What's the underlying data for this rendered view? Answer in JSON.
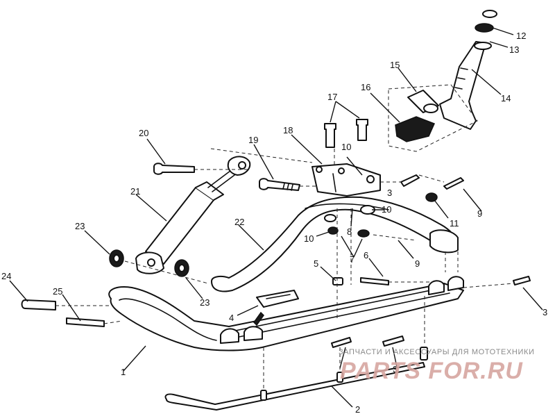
{
  "callouts": [
    {
      "id": "c1",
      "label": "1"
    },
    {
      "id": "c2",
      "label": "2"
    },
    {
      "id": "c3a",
      "label": "3"
    },
    {
      "id": "c3b",
      "label": "3"
    },
    {
      "id": "c3c",
      "label": "3"
    },
    {
      "id": "c4",
      "label": "4"
    },
    {
      "id": "c5",
      "label": "5"
    },
    {
      "id": "c6",
      "label": "6"
    },
    {
      "id": "c7",
      "label": "7"
    },
    {
      "id": "c8",
      "label": "8"
    },
    {
      "id": "c9a",
      "label": "9"
    },
    {
      "id": "c9b",
      "label": "9"
    },
    {
      "id": "c10a",
      "label": "10"
    },
    {
      "id": "c10b",
      "label": "10"
    },
    {
      "id": "c10c",
      "label": "10"
    },
    {
      "id": "c11",
      "label": "11"
    },
    {
      "id": "c12",
      "label": "12"
    },
    {
      "id": "c13",
      "label": "13"
    },
    {
      "id": "c14",
      "label": "14"
    },
    {
      "id": "c15",
      "label": "15"
    },
    {
      "id": "c16",
      "label": "16"
    },
    {
      "id": "c17",
      "label": "17"
    },
    {
      "id": "c18",
      "label": "18"
    },
    {
      "id": "c19",
      "label": "19"
    },
    {
      "id": "c20",
      "label": "20"
    },
    {
      "id": "c21",
      "label": "21"
    },
    {
      "id": "c22",
      "label": "22"
    },
    {
      "id": "c23a",
      "label": "23"
    },
    {
      "id": "c23b",
      "label": "23"
    },
    {
      "id": "c24",
      "label": "24"
    },
    {
      "id": "c25",
      "label": "25"
    }
  ],
  "watermark": {
    "caption": "ЗАПЧАСТИ И АКСЕССУАРЫ ДЛЯ МОТОТЕХНИКИ",
    "logo": "PARTS FOR.RU"
  }
}
